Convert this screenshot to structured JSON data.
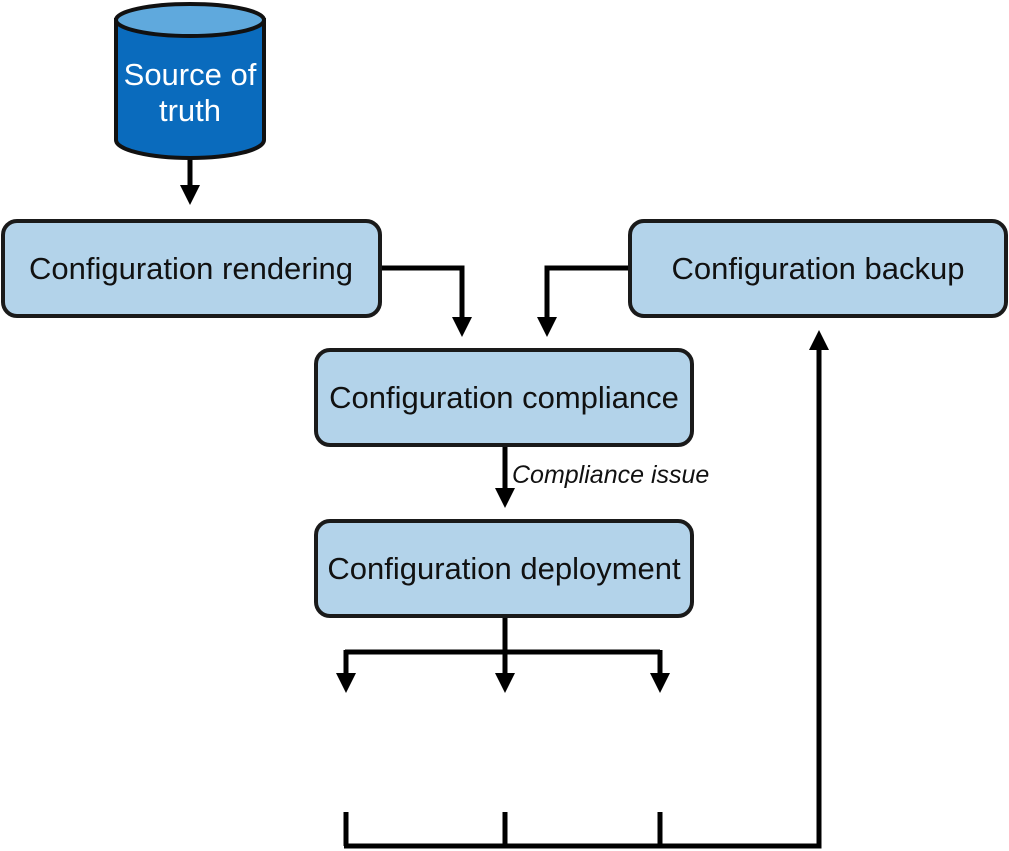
{
  "colors": {
    "box_fill": "#b3d3ea",
    "box_stroke": "#1a1a1a",
    "database_fill": "#0a6bbd",
    "database_top": "#5fa9dd",
    "router_fill": "#fbe5cc",
    "line": "#000000"
  },
  "nodes": {
    "source_of_truth": {
      "line1": "Source of",
      "line2": "truth",
      "icon": "database-icon"
    },
    "rendering": {
      "label": "Configuration rendering"
    },
    "backup": {
      "label": "Configuration backup"
    },
    "compliance": {
      "label": "Configuration compliance"
    },
    "deployment": {
      "label": "Configuration deployment"
    },
    "routers": [
      {
        "icon": "router-icon"
      },
      {
        "icon": "router-icon"
      },
      {
        "icon": "router-icon"
      }
    ]
  },
  "edges": {
    "compliance_to_deployment": {
      "label": "Compliance issue"
    }
  }
}
